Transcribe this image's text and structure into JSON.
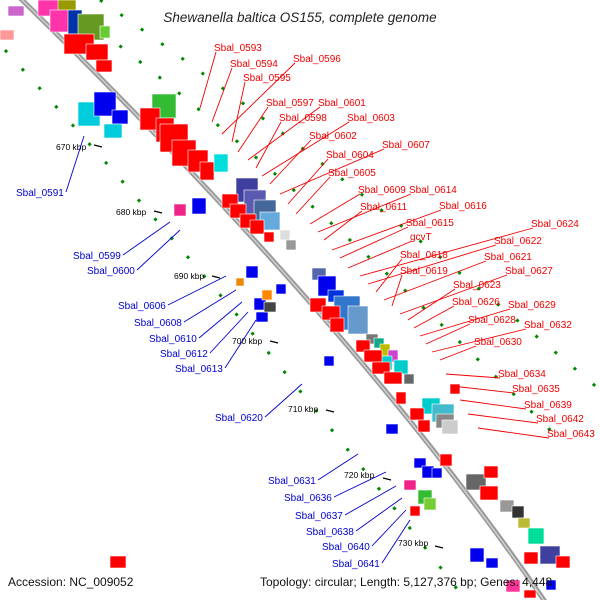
{
  "title": "Shewanella baltica OS155, complete genome",
  "footer": {
    "accession": "Accession: NC_009052",
    "summary": "Topology: circular; Length: 5,127,376 bp; Genes: 4,448"
  },
  "colors": {
    "backbone": "#999999",
    "forward_label": "#ee0000",
    "reverse_label": "#0000cc",
    "forward_gene": "#ff0000",
    "reverse_gene": "#0000ff",
    "tick_green": "#008800"
  },
  "scale_labels": [
    "670 kbp",
    "680 kbp",
    "690 kbp",
    "700 kbp",
    "710 kbp",
    "720 kbp",
    "730 kbp"
  ],
  "forward_labels": [
    "Sbal_0593",
    "Sbal_0594",
    "Sbal_0596",
    "Sbal_0595",
    "Sbal_0597",
    "Sbal_0601",
    "Sbal_0598",
    "Sbal_0603",
    "Sbal_0602",
    "Sbal_0607",
    "Sbal_0604",
    "Sbal_0605",
    "Sbal_0609",
    "Sbal_0614",
    "Sbal_0611",
    "Sbal_0616",
    "Sbal_0615",
    "gcvT",
    "Sbal_0624",
    "Sbal_0622",
    "Sbal_0618",
    "Sbal_0621",
    "Sbal_0619",
    "Sbal_0627",
    "Sbal_0623",
    "Sbal_0626",
    "Sbal_0629",
    "Sbal_0628",
    "Sbal_0632",
    "Sbal_0630",
    "Sbal_0634",
    "Sbal_0635",
    "Sbal_0639",
    "Sbal_0642",
    "Sbal_0643"
  ],
  "reverse_labels": [
    "Sbal_0591",
    "Sbal_0599",
    "Sbal_0600",
    "Sbal_0606",
    "Sbal_0608",
    "Sbal_0610",
    "Sbal_0612",
    "Sbal_0613",
    "Sbal_0620",
    "Sbal_0631",
    "Sbal_0636",
    "Sbal_0637",
    "Sbal_0638",
    "Sbal_0640",
    "Sbal_0641"
  ]
}
